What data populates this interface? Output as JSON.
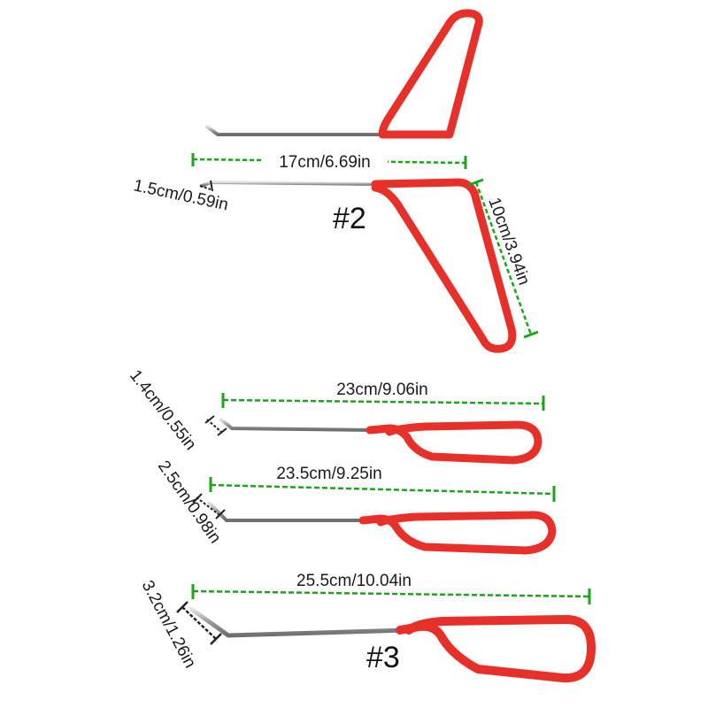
{
  "labels": {
    "tool_number_2": "#2",
    "tool_number_3": "#3"
  },
  "dimensions": {
    "top_length": "17cm/6.69in",
    "top_tip": "1.5cm/0.59in",
    "top_handle": "10cm/3.94in",
    "rod_1_length": "23cm/9.06in",
    "rod_1_tip": "1.4cm/0.55in",
    "rod_2_length": "23.5cm/9.25in",
    "rod_2_tip": "2.5cm/0.98in",
    "rod_3_length": "25.5cm/10.04in",
    "rod_3_tip": "3.2cm/1.26in"
  },
  "colors": {
    "handle": "#e8302a",
    "handle_dark": "#b81d18",
    "steel": "#a8a8a8",
    "steel_light": "#d8d8d8",
    "dimension_line": "#1aa51a",
    "background": "#ffffff"
  }
}
